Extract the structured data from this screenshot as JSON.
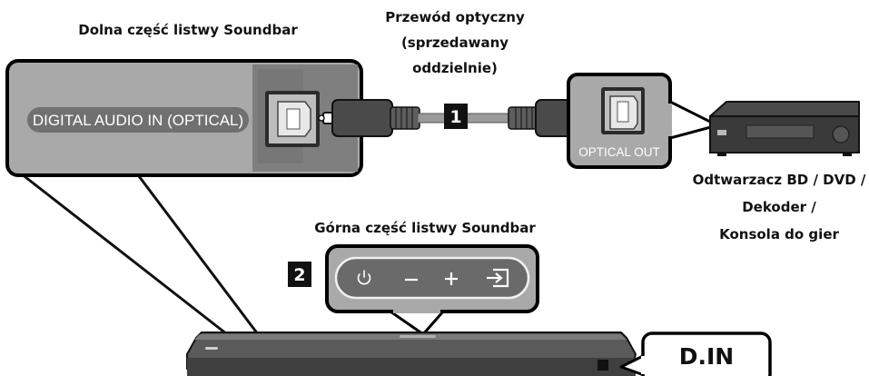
{
  "labels": {
    "bottom_part": "Dolna część listwy Soundbar",
    "cable_line1": "Przewód optyczny",
    "cable_line2": "(sprzedawany",
    "cable_line3": "oddzielnie)",
    "top_part": "Górna część listwy Soundbar",
    "device_line1": "Odtwarzacz BD / DVD /",
    "device_line2": "Dekoder /",
    "device_line3": "Konsola do gier"
  },
  "ports": {
    "soundbar_input": "DIGITAL AUDIO IN (OPTICAL)",
    "device_output": "OPTICAL OUT"
  },
  "steps": {
    "step1": "1",
    "step2": "2"
  },
  "buttons": {
    "power": "power-icon",
    "minus": "−",
    "plus": "+",
    "source": "source-icon"
  },
  "display": {
    "mode": "D.IN"
  },
  "colors": {
    "panel_gray": "#a9a9a9",
    "frame_black": "#000000",
    "cable_gray": "#6e6e6e"
  }
}
